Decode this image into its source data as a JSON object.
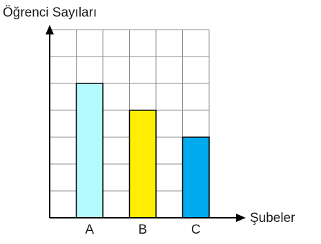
{
  "chart_data": {
    "type": "bar",
    "ylabel": "Öğrenci Sayıları",
    "xlabel": "Şubeler",
    "categories": [
      "A",
      "B",
      "C"
    ],
    "values": [
      5,
      4,
      3
    ],
    "ylim": [
      0,
      7
    ],
    "y_tick_labels_shown": false,
    "grid": true,
    "colors": [
      "#b3fbff",
      "#ffee00",
      "#00aaee"
    ]
  }
}
